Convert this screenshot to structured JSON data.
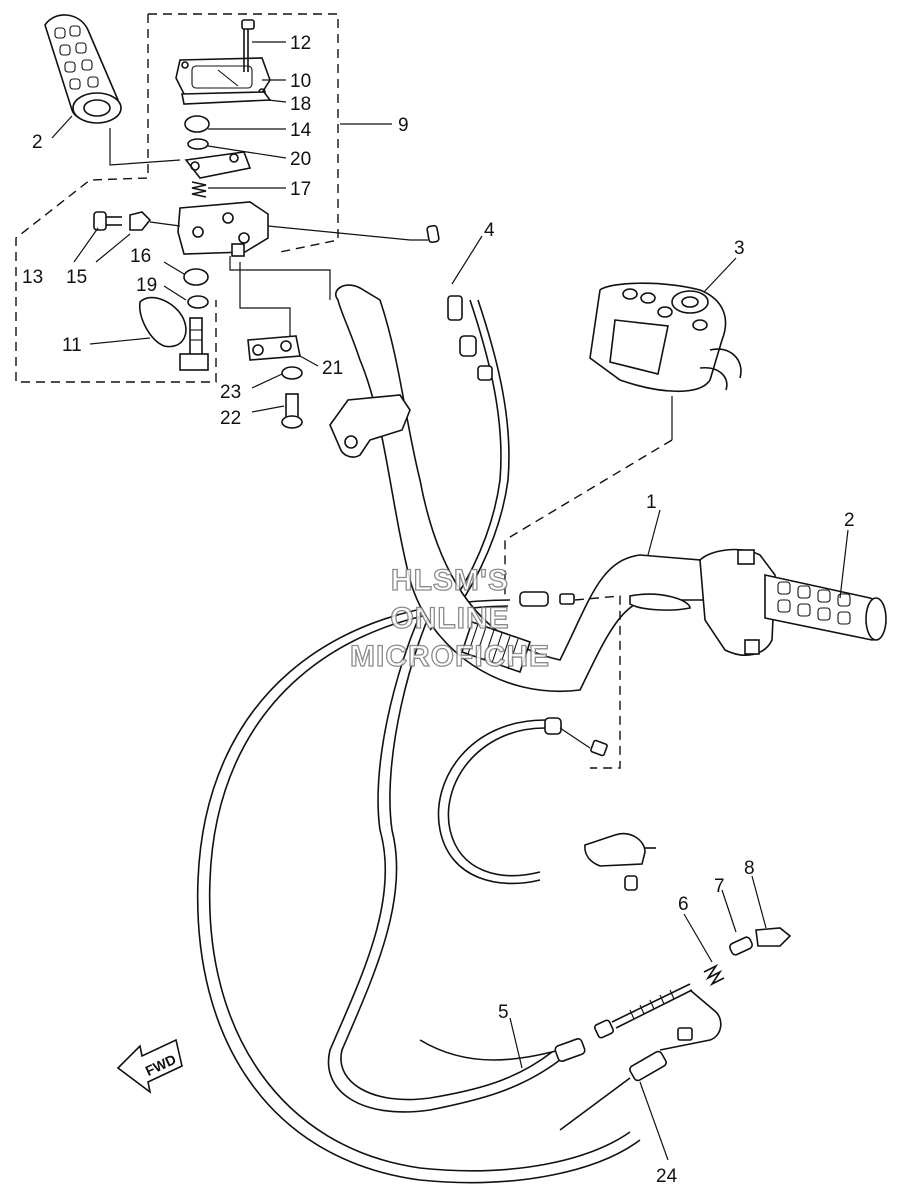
{
  "watermark": {
    "line1": "HLSM'S",
    "line2": "ONLINE",
    "line3": "MICROFICHE"
  },
  "fwd_label": "FWD",
  "callouts": {
    "c1": "1",
    "c2_left": "2",
    "c2_right": "2",
    "c3": "3",
    "c4": "4",
    "c5": "5",
    "c6": "6",
    "c7": "7",
    "c8": "8",
    "c9": "9",
    "c10": "10",
    "c11": "11",
    "c12": "12",
    "c13": "13",
    "c14": "14",
    "c15": "15",
    "c16": "16",
    "c17": "17",
    "c18": "18",
    "c19": "19",
    "c20": "20",
    "c21": "21",
    "c22": "22",
    "c23": "23",
    "c24": "24"
  },
  "icons": [
    "fwd-arrow-icon"
  ]
}
